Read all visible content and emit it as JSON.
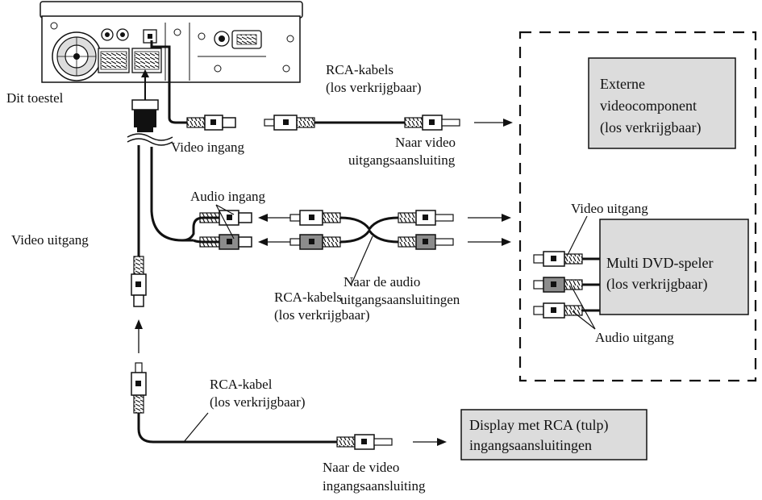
{
  "labels": {
    "unit": "Dit toestel",
    "rca_cables_top_1": "RCA-kabels",
    "rca_cables_top_2": "(los verkrijgbaar)",
    "video_input": "Video ingang",
    "to_video_output_1": "Naar video",
    "to_video_output_2": "uitgangsaansluiting",
    "audio_input": "Audio ingang",
    "video_output_left": "Video uitgang",
    "to_audio_outputs_1": "Naar de audio",
    "to_audio_outputs_2": "uitgangsaansluitingen",
    "rca_cables_mid_1": "RCA-kabels",
    "rca_cables_mid_2": "(los verkrijgbaar)",
    "video_output_right": "Video uitgang",
    "audio_output_right": "Audio uitgang",
    "rca_cable_bottom_1": "RCA-kabel",
    "rca_cable_bottom_2": "(los verkrijgbaar)",
    "to_video_input_1": "Naar de video",
    "to_video_input_2": "ingangsaansluiting"
  },
  "boxes": {
    "external_video_1": "Externe",
    "external_video_2": "videocomponent",
    "external_video_3": "(los verkrijgbaar)",
    "dvd_player_1": "Multi DVD-speler",
    "dvd_player_2": "(los verkrijgbaar)",
    "display_1": "Display met RCA (tulp)",
    "display_2": "ingangsaansluitingen"
  },
  "colors": {
    "box_fill": "#dcdcdc",
    "plug_dark": "#8c8c8c",
    "line": "#111111"
  }
}
